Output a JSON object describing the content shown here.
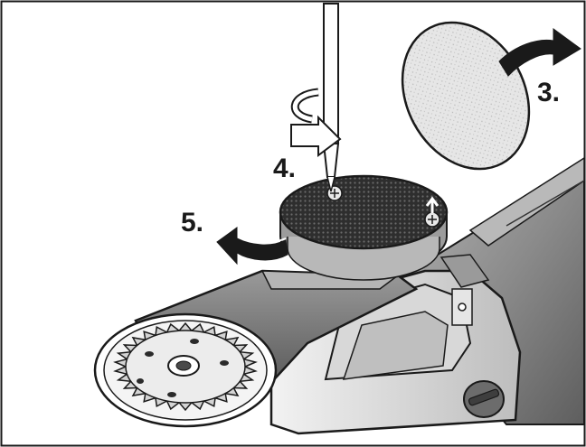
{
  "steps": {
    "step3": "3.",
    "step4": "4.",
    "step5": "5."
  },
  "colors": {
    "ink": "#1a1a1a",
    "tool_grey": "#8c8c8c",
    "tool_dark": "#4a4a4a",
    "pad_dark": "#3a3a3a",
    "disc_light": "#e0e0e0"
  },
  "icons": [
    "screwdriver-icon",
    "rotate-arrow-icon",
    "sanding-disc-icon",
    "backing-pad-icon",
    "cutting-blade-icon"
  ]
}
